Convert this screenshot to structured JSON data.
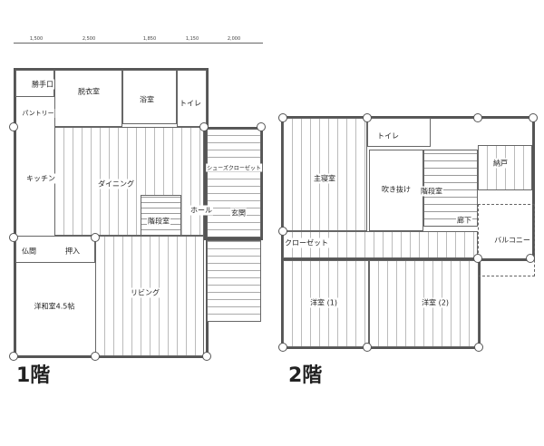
{
  "dimensions": [
    "1,500",
    "2,500",
    "1,850",
    "1,150",
    "2,000"
  ],
  "floor1": {
    "title": "1階",
    "rooms": {
      "katteguchi": "勝手口",
      "datsuishitsu": "脱衣室",
      "yokushitsu": "浴室",
      "toilet": "トイレ",
      "pantry": "パントリー",
      "shoes_closet": "シューズクローゼット",
      "kitchen": "キッチン",
      "dining": "ダイニング",
      "stairs": "階段室",
      "hall": "ホール",
      "genkan": "玄関",
      "butsuma": "仏間",
      "oshiire": "押入",
      "youwashitsu": "洋和室4.5帖",
      "living": "リビング"
    }
  },
  "floor2": {
    "title": "2階",
    "rooms": {
      "master": "主寝室",
      "toilet": "トイレ",
      "fukinuke": "吹き抜け",
      "stairs": "階段室",
      "nando": "納戸",
      "rouka": "廊下",
      "balcony": "バルコニー",
      "closet": "クローゼット",
      "youshitsu1": "洋室 (1)",
      "youshitsu2": "洋室 (2)"
    }
  }
}
